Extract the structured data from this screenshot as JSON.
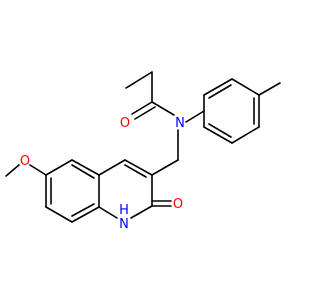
{
  "molecule": {
    "atom_labels": {
      "o_carbonyl_amide": "O",
      "n_amide": "N",
      "o_methoxy": "O",
      "o_quinolinone": "O",
      "nh_quinolinone": "H",
      "n_quinolinone": "N"
    },
    "colors": {
      "bond": "#000000",
      "oxygen": "#ff0000",
      "nitrogen": "#0000ff"
    }
  }
}
